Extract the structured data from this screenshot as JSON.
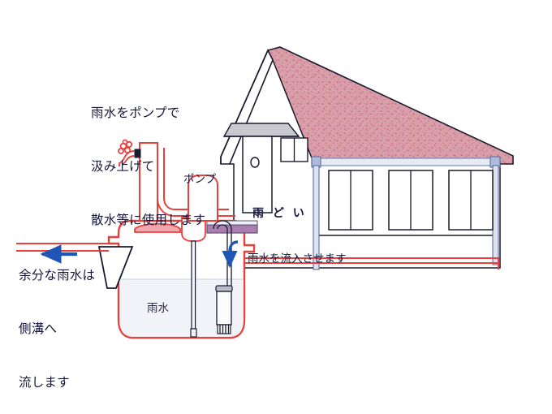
{
  "diagram": {
    "title_text_block": "雨水をポンプで\n汲み上げて\n散水等に使用します",
    "pump_usage_note": {
      "line1": "雨水をポンプで",
      "line2": "汲み上げて",
      "line3": "散水等に使用します"
    },
    "overflow_note": {
      "line1": "余分な雨水は",
      "line2": "側溝へ",
      "line3": "流します"
    },
    "inflow_note": "雨水を流入させます",
    "pump_label": "ポンプ",
    "gutter_label": "雨 ど い",
    "tank_water_label": "雨水"
  },
  "colors": {
    "roof_fill": "#d7a2a6",
    "roof_speckle": "#d94f9c",
    "pipe_red": "#e8403c",
    "pipe_red_light": "#f08a86",
    "arrow_blue": "#1f56b5",
    "gutter_blue": "#8d9ec8",
    "lid_purple": "#a87fb0",
    "lid_pink": "#f2a7ae",
    "outline_dark": "#1a1a2e",
    "awning_gray": "#c9c9cf",
    "text_color": "#16163c",
    "background": "#ffffff"
  },
  "icons": {
    "faucet": "faucet-icon",
    "pump": "pump-icon",
    "overflow_arrow": "arrow-left-icon",
    "inflow_arrow": "arrow-down-curved-icon",
    "filter": "filter-screen-icon"
  }
}
